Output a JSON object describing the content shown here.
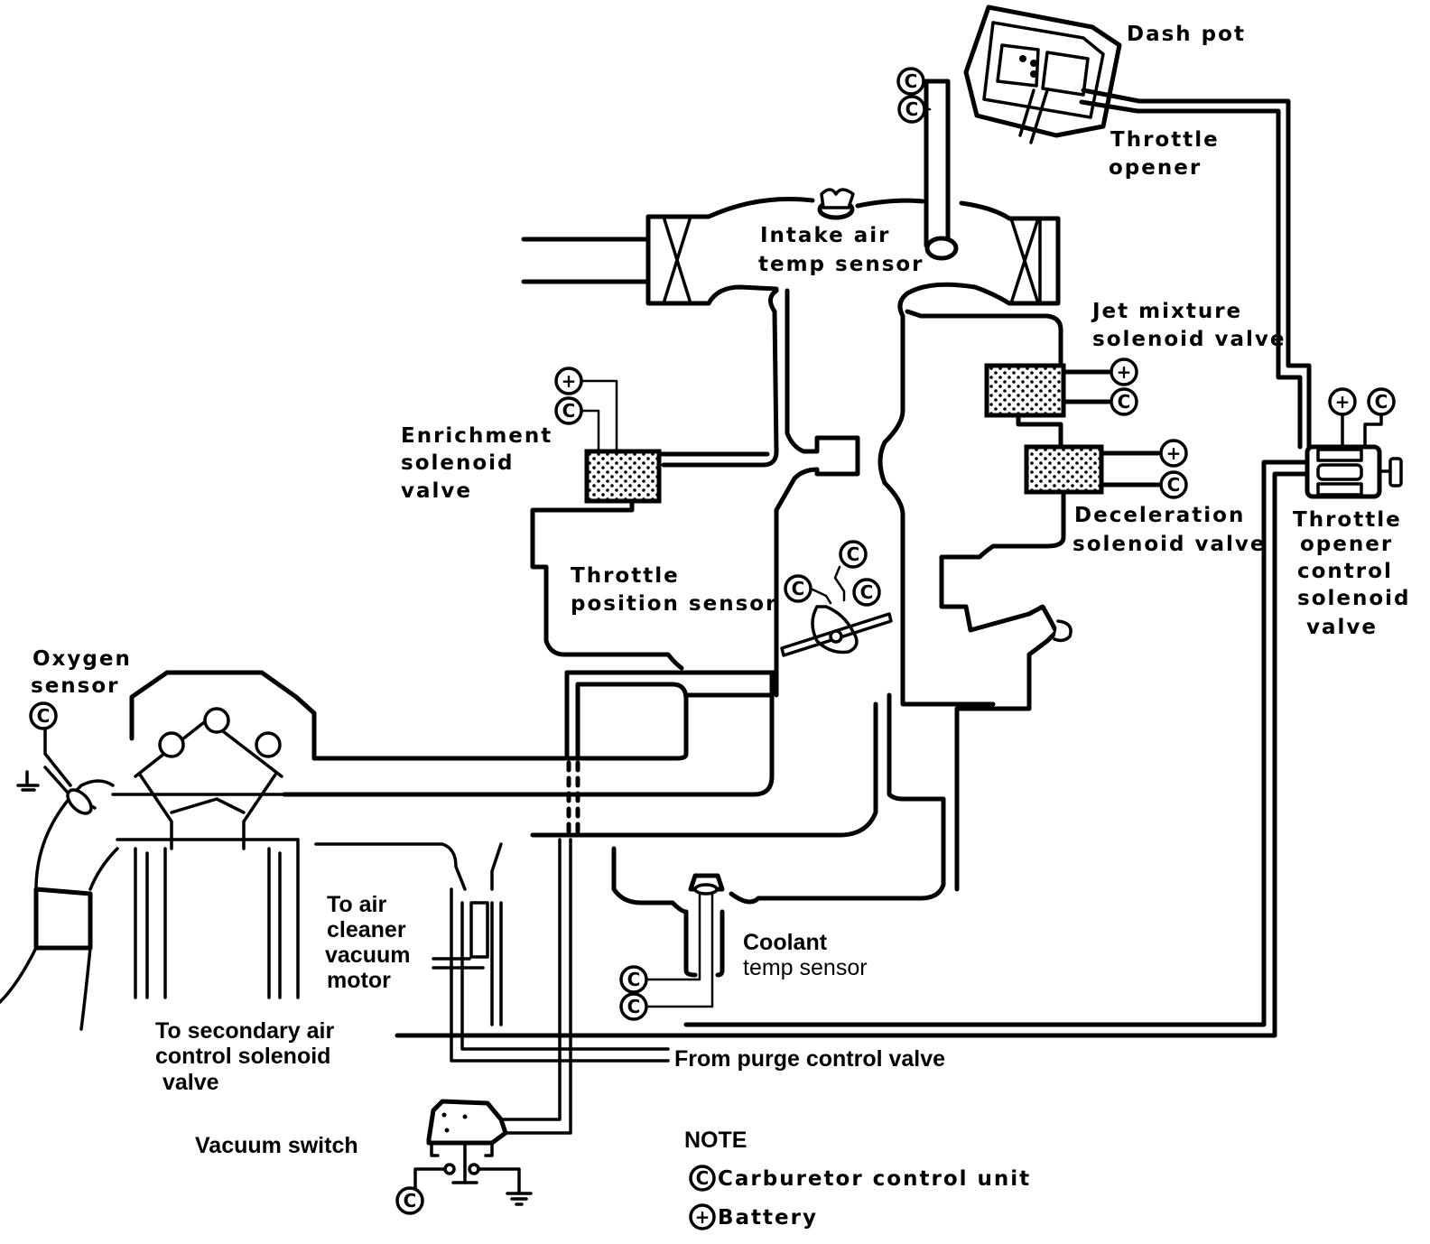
{
  "diagram": {
    "title": "Carburetor feedback control system vacuum & electrical diagram",
    "labels": {
      "dash_pot": "Dash pot",
      "throttle_opener": [
        "Throttle",
        "opener"
      ],
      "intake_air_temp_sensor": [
        "Intake air",
        "temp sensor"
      ],
      "jet_mixture_solenoid_valve": [
        "Jet mixture",
        "solenoid valve"
      ],
      "enrichment_solenoid_valve": [
        "Enrichment",
        "solenoid",
        "valve"
      ],
      "deceleration_solenoid_valve": [
        "Deceleration",
        "solenoid valve"
      ],
      "throttle_opener_control_solenoid_valve": [
        "Throttle",
        "opener",
        "control",
        "solenoid",
        "valve"
      ],
      "throttle_position_sensor": [
        "Throttle",
        "position sensor"
      ],
      "oxygen_sensor": [
        "Oxygen",
        "sensor"
      ],
      "to_air_cleaner_vacuum_motor": [
        "To air",
        "cleaner",
        "vacuum",
        "motor"
      ],
      "coolant_temp_sensor": [
        "Coolant",
        "temp sensor"
      ],
      "to_secondary_air_control_solenoid_valve": [
        "To secondary air",
        "control solenoid",
        "valve"
      ],
      "from_purge_control_valve": "From purge control valve",
      "vacuum_switch": "Vacuum switch"
    },
    "symbols": {
      "control_unit": "C",
      "battery": "+"
    },
    "note": {
      "heading": "NOTE",
      "items": [
        {
          "symbol": "C",
          "label": "Carburetor control unit"
        },
        {
          "symbol": "+",
          "label": "Battery"
        }
      ]
    }
  }
}
